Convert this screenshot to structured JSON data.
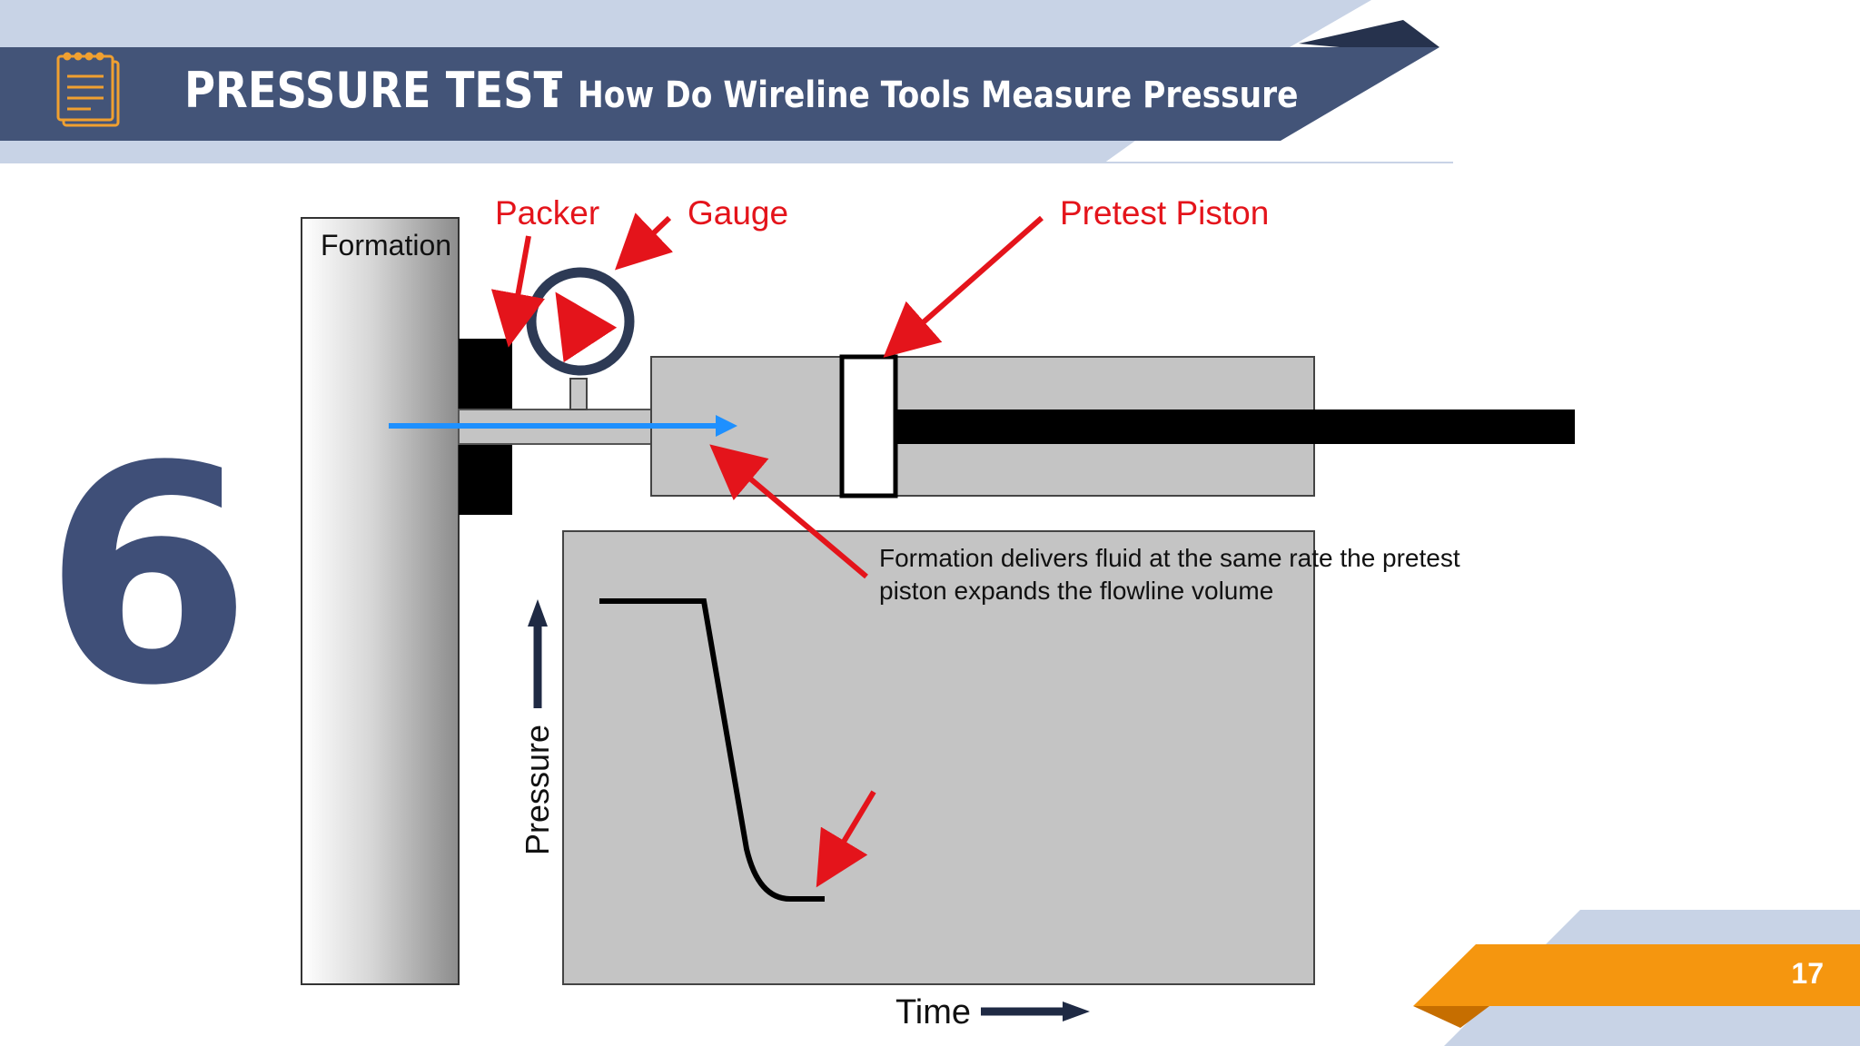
{
  "header": {
    "title_main": "PRESSURE TEST",
    "title_sep": ":",
    "title_sub": "How Do Wireline Tools Measure Pressure",
    "icon": "notepad-icon"
  },
  "step_number": "6",
  "page_number": "17",
  "diagram": {
    "formation_label": "Formation",
    "packer_label": "Packer",
    "gauge_label": "Gauge",
    "pretest_piston_label": "Pretest Piston",
    "note_line1": "Formation delivers fluid at the same rate the pretest",
    "note_line2": "piston expands the flowline volume",
    "y_axis_label": "Pressure",
    "x_axis_label": "Time"
  },
  "colors": {
    "header_navy": "#435478",
    "header_light": "#c8d3e6",
    "accent_orange": "#f5960f",
    "arrow_red": "#e4141b",
    "flow_blue": "#1e90ff",
    "step_number": "#3f4f78"
  }
}
